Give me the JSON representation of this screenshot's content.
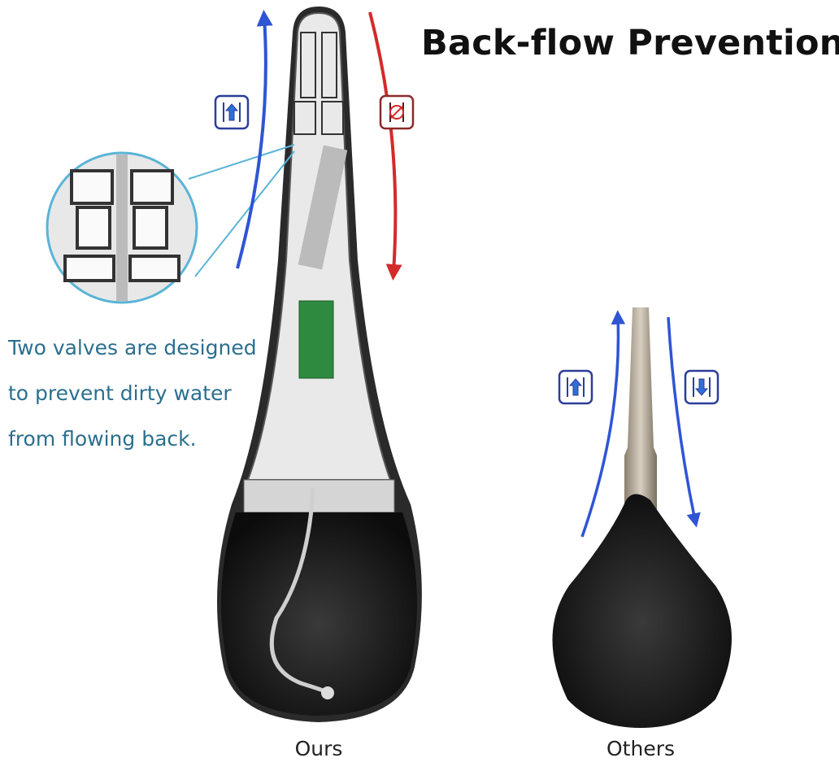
{
  "title": "Back-flow Prevention",
  "description_lines": [
    "Two valves are designed",
    "to prevent dirty water",
    "from flowing back."
  ],
  "captions": {
    "ours": "Ours",
    "others": "Others"
  },
  "icons": {
    "ours_up": "one-way-up-flow-icon",
    "ours_blocked": "blocked-back-flow-icon",
    "others_up": "up-flow-icon",
    "others_down": "down-flow-icon"
  },
  "colors": {
    "up_arrow": "#2f55d4",
    "blocked_arrow": "#d42a2a",
    "description_text": "#2b6f8e",
    "callout_border": "#5ab4d6",
    "bulb": "#1c1c1c"
  }
}
